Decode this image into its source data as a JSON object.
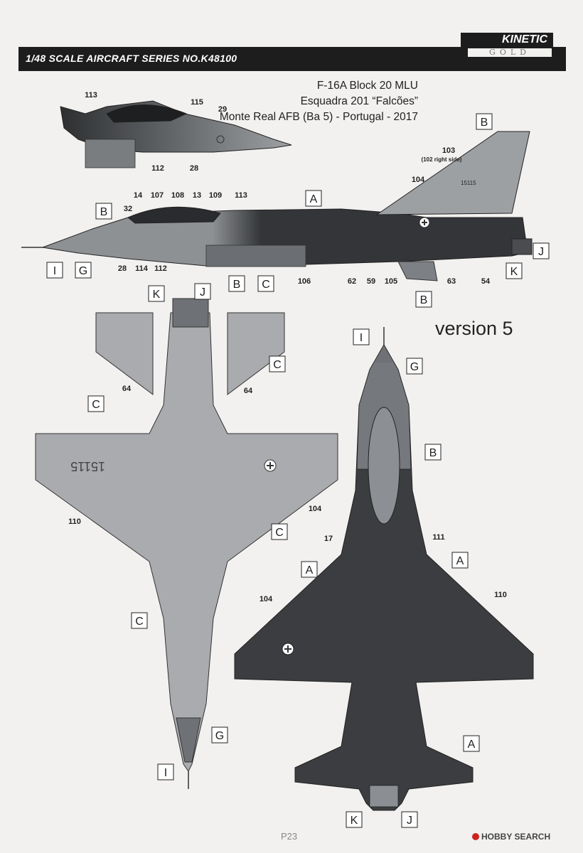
{
  "header": {
    "series": "1/48 SCALE  AIRCRAFT  SERIES NO.K48100",
    "logo_main": "KINETIC",
    "logo_sub": "GOLD"
  },
  "title": {
    "line1": "F-16A Block 20 MLU",
    "line2": "Esquadra 201 “Falcões”",
    "line3": "Monte Real AFB (Ba 5) - Portugal - 2017"
  },
  "version_label": "version 5",
  "page_number": "P23",
  "watermark": "HOBBY SEARCH",
  "tail_number": "15115",
  "colors": {
    "A": "#3b3d40",
    "B": "#7c7f83",
    "C": "#a7a9ac",
    "G": "#6e7175",
    "J": "#555",
    "K": "#444",
    "background": "#f2f1ef"
  },
  "callouts": {
    "side_small": [
      "113",
      "115",
      "29",
      "112",
      "28"
    ],
    "side_main": [
      "B",
      "14",
      "107",
      "108",
      "13",
      "109",
      "113",
      "A",
      "32",
      "28",
      "114",
      "112",
      "I",
      "G",
      "B",
      "C",
      "106",
      "62",
      "59",
      "105",
      "B",
      "63",
      "54",
      "K",
      "J",
      "B",
      "103",
      "(102 right side)",
      "104"
    ],
    "bottom": [
      "K",
      "J",
      "C",
      "64",
      "64",
      "C",
      "110",
      "104",
      "C",
      "C",
      "G",
      "I"
    ],
    "top": [
      "I",
      "G",
      "B",
      "17",
      "111",
      "A",
      "A",
      "104",
      "110",
      "A",
      "K",
      "J"
    ]
  }
}
